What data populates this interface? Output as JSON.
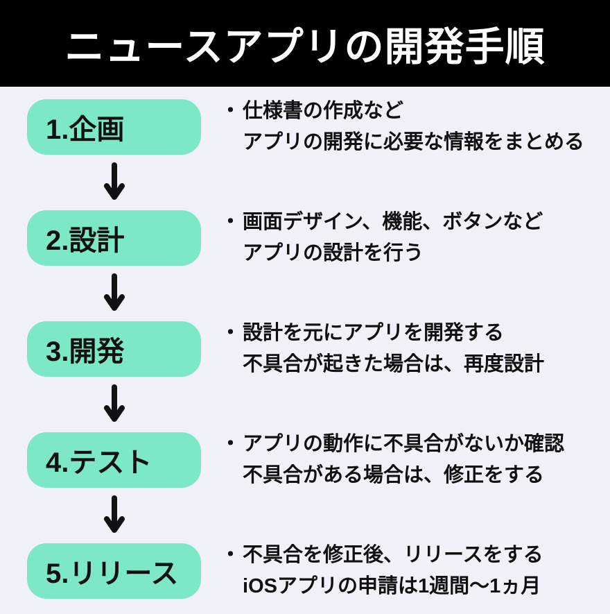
{
  "header": {
    "title": "ニュースアプリの開発手順"
  },
  "bullet": "・",
  "steps": [
    {
      "label": "1.企画",
      "lines": [
        "仕様書の作成など",
        "アプリの開発に必要な情報をまとめる"
      ]
    },
    {
      "label": "2.設計",
      "lines": [
        "画面デザイン、機能、ボタンなど",
        "アプリの設計を行う"
      ]
    },
    {
      "label": "3.開発",
      "lines": [
        "設計を元にアプリを開発する",
        "不具合が起きた場合は、再度設計"
      ]
    },
    {
      "label": "4.テスト",
      "lines": [
        "アプリの動作に不具合がないか確認",
        "不具合がある場合は、修正をする"
      ]
    },
    {
      "label": "5.リリース",
      "lines": [
        "不具合を修正後、リリースをする",
        "iOSアプリの申請は1週間〜1ヵ月"
      ]
    }
  ],
  "icons": {
    "flow_arrow": "down-arrow-icon"
  },
  "colors": {
    "header_background": "#000000",
    "title_text": "#FFFFFF",
    "page_background": "#F1F1FA",
    "step_box_fill": "#7CE8C5",
    "text": "#111111"
  }
}
